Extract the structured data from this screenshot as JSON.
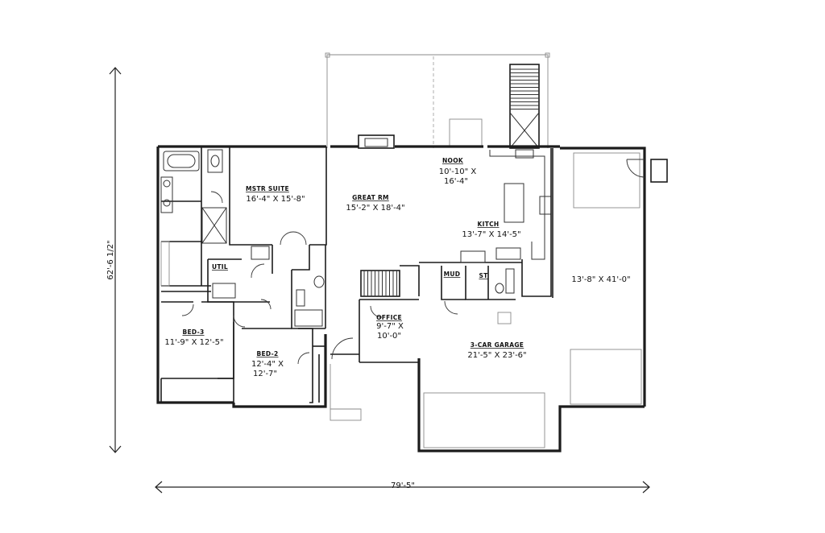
{
  "rooms": {
    "mstr_suite": {
      "name": "MSTR SUITE",
      "size": "16'-4\" X 15'-8\""
    },
    "great_rm": {
      "name": "GREAT RM",
      "size": "15'-2\" X 18'-4\""
    },
    "nook": {
      "name": "NOOK",
      "size_line1": "10'-10\" X",
      "size_line2": "16'-4\""
    },
    "kitch": {
      "name": "KITCH",
      "size": "13'-7\" X 14'-5\""
    },
    "util": {
      "name": "UTIL"
    },
    "mud": {
      "name": "MUD"
    },
    "st": {
      "name": "ST"
    },
    "office": {
      "name": "OFFICE",
      "size_line1": "9'-7\" X",
      "size_line2": "10'-0\""
    },
    "bed3": {
      "name": "BED-3",
      "size": "11'-9\" X 12'-5\""
    },
    "bed2": {
      "name": "BED-2",
      "size_line1": "12'-4\" X",
      "size_line2": "12'-7\""
    },
    "garage3": {
      "name": "3-CAR GARAGE",
      "size": "21'-5\" X 23'-6\""
    },
    "garage_side": {
      "size": "13'-8\" X 41'-0\""
    }
  },
  "dimensions": {
    "overall_width": "79'-5\"",
    "overall_depth": "62'-6 1/2\""
  }
}
